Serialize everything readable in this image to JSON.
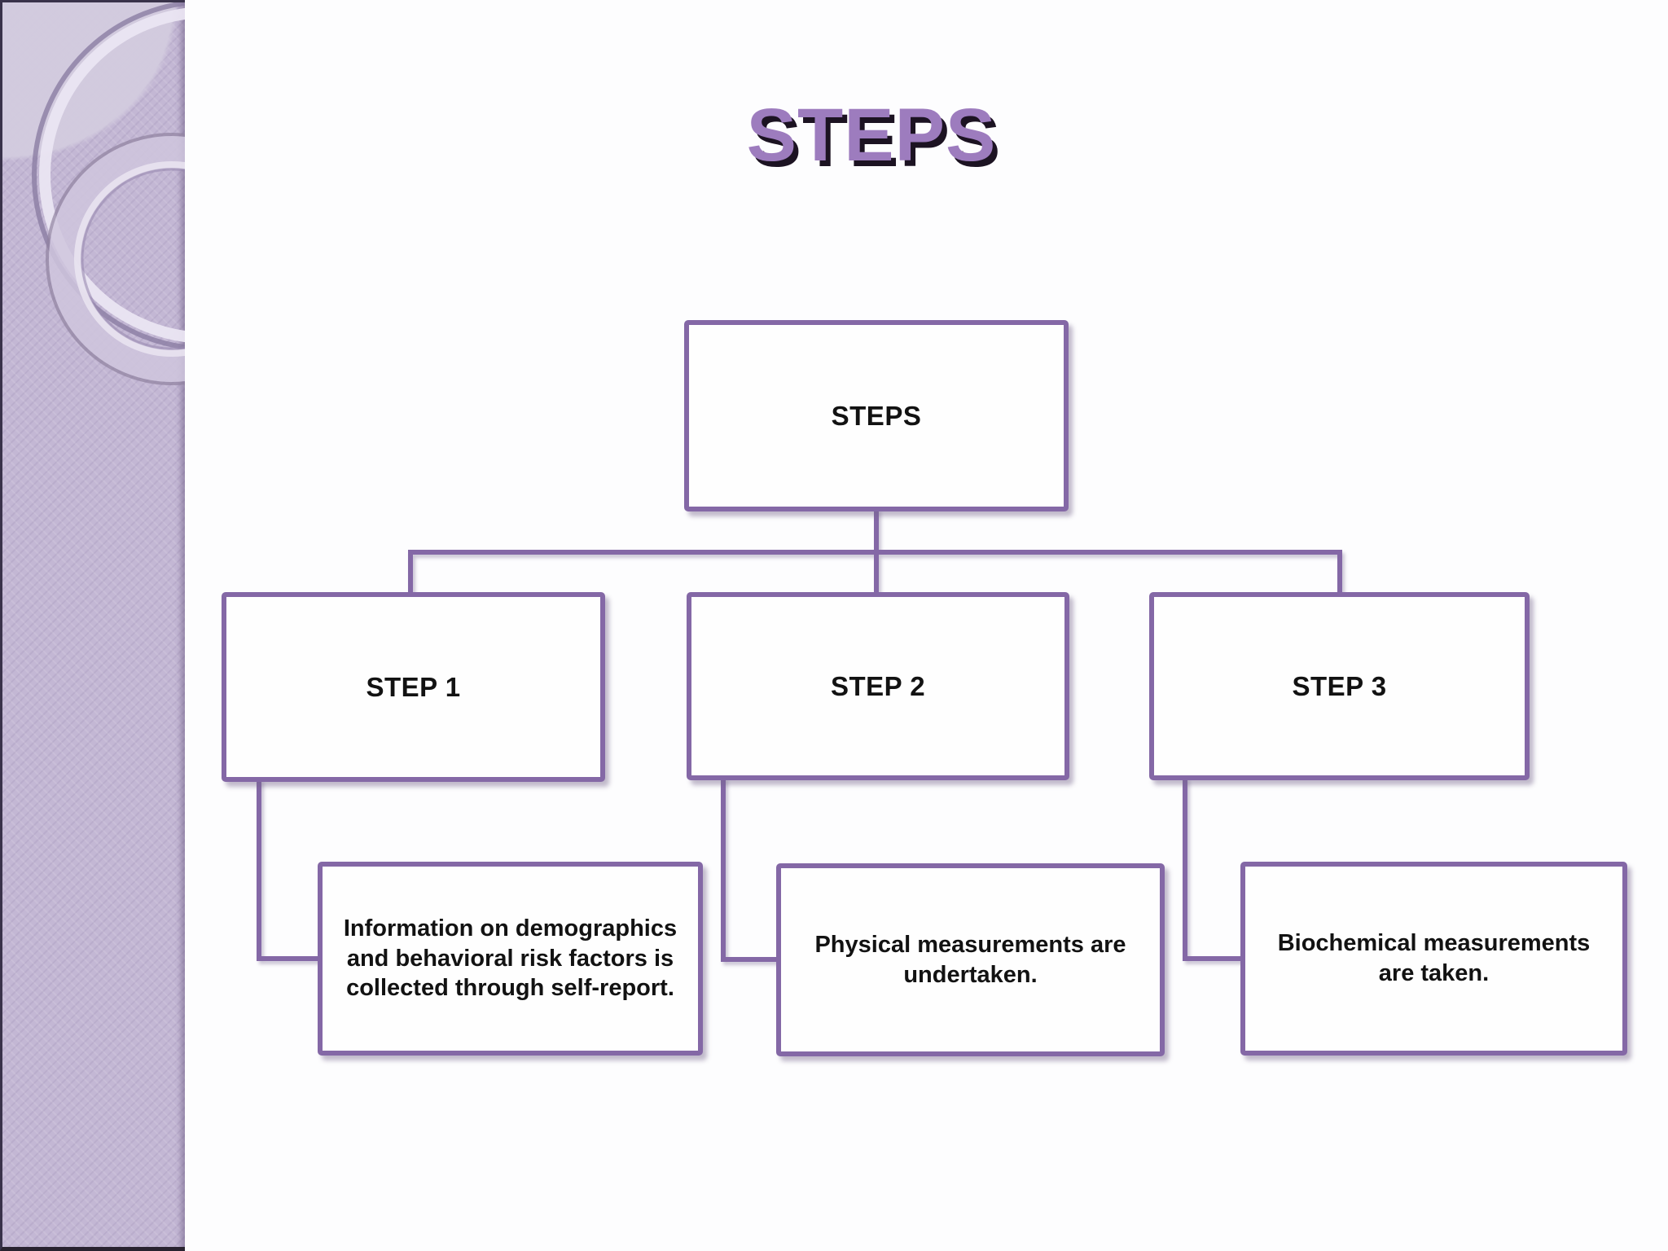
{
  "slide": {
    "title": "STEPS"
  },
  "diagram": {
    "root": {
      "label": "STEPS"
    },
    "children": [
      {
        "label": "STEP 1",
        "description": "Information on demographics and behavioral risk factors is collected through self-report."
      },
      {
        "label": "STEP 2",
        "description": "Physical measurements are undertaken."
      },
      {
        "label": "STEP 3",
        "description": "Biochemical measurements are taken."
      }
    ]
  },
  "colors": {
    "accent": "#8468a6",
    "title_fill": "#9d7cbe",
    "title_shadow": "#1c1322",
    "sidebar_base": "#c3b7d4",
    "node_fill": "#fefefe",
    "text": "#121212"
  }
}
